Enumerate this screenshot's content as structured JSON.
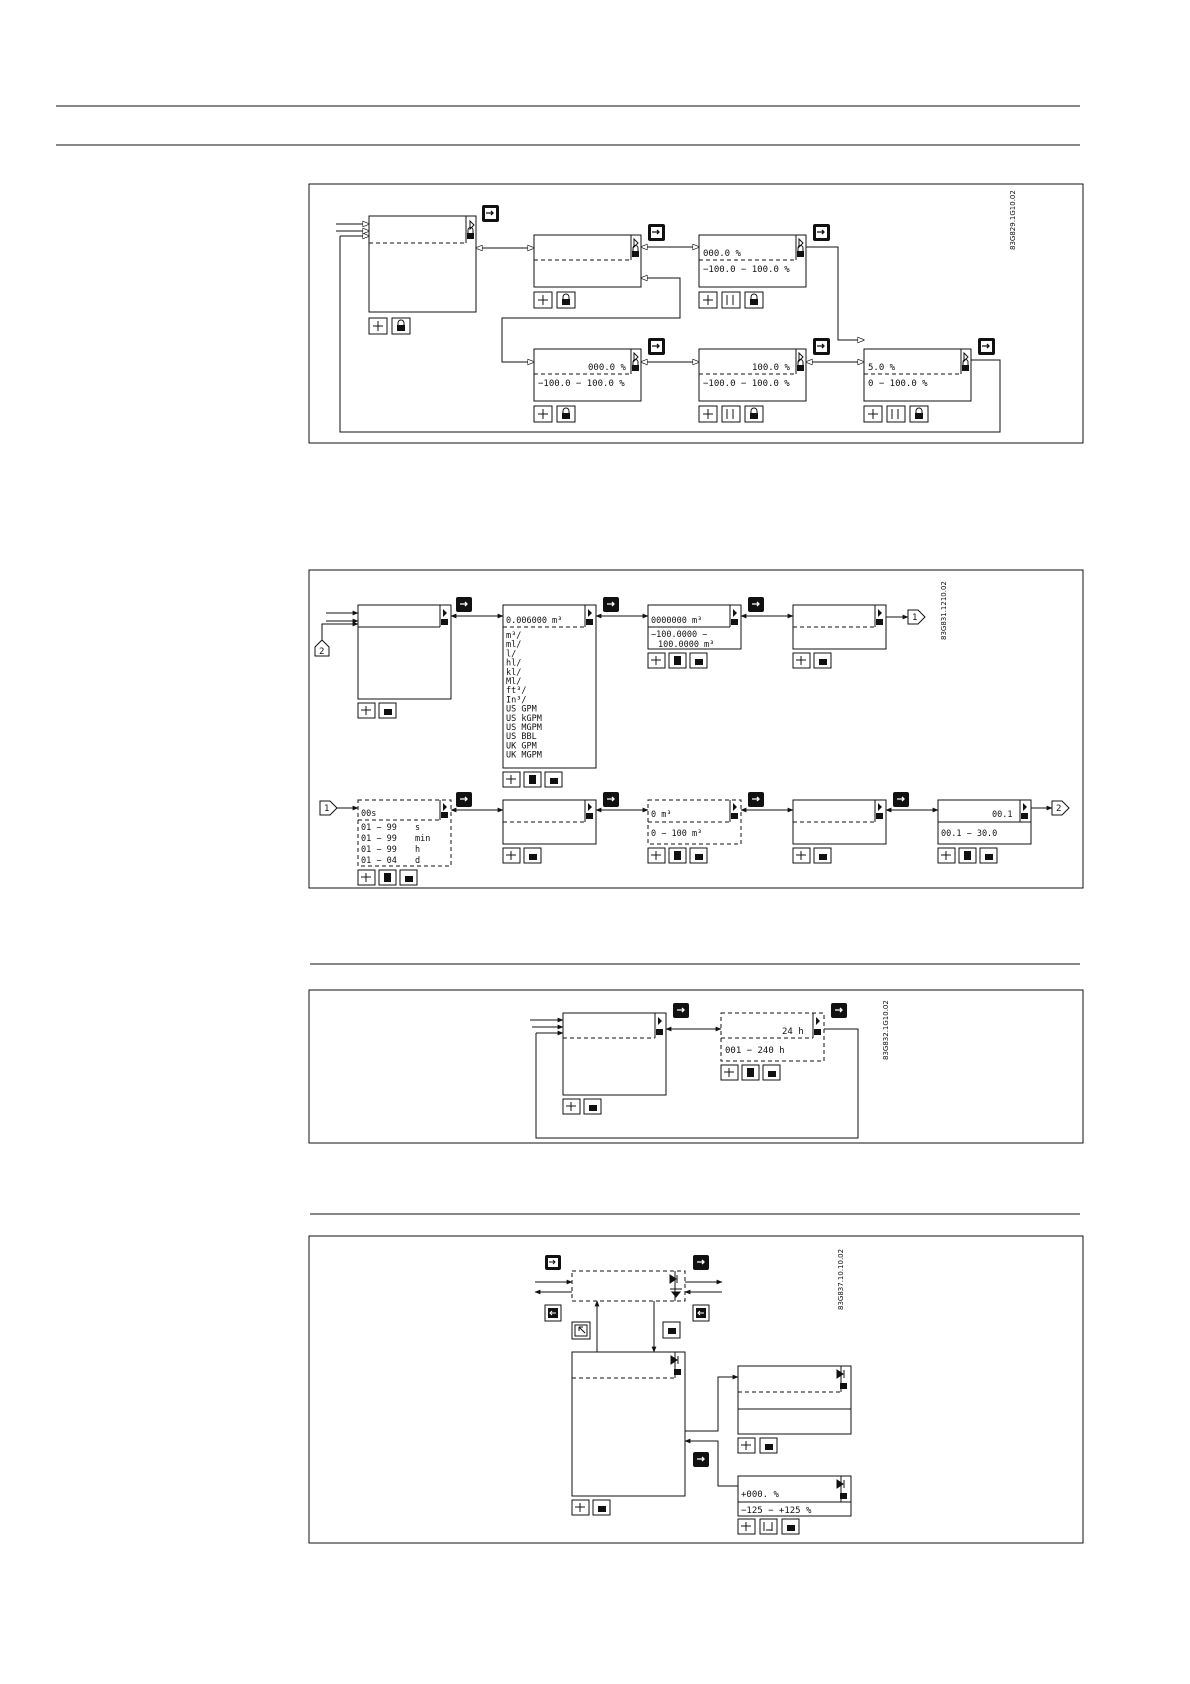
{
  "diagrams": [
    {
      "code": "83G829.1G10.02",
      "screens": {
        "a2": {
          "value": "000.0  %",
          "range": "−100.0  −  100.0  %"
        },
        "b1": {
          "value": "000.0  %",
          "range": "−100.0  −  100.0  %"
        },
        "b2": {
          "value": "100.0  %",
          "range": "−100.0  −  100.0  %"
        },
        "b3": {
          "value": "5.0  %",
          "range": "0  −  100.0  %"
        }
      }
    },
    {
      "code": "83G831.1210.02",
      "unit_screen": {
        "value": "0.006000  m³",
        "units": [
          "m³/",
          "ml/",
          "l/",
          "hl/",
          "kl/",
          "Ml/",
          "ft³/",
          "In³/",
          "US  GPM",
          "US  kGPM",
          "US  MGPM",
          "US  BBL",
          "UK  GPM",
          "UK  MGPM"
        ]
      },
      "range_screen": {
        "value": "0000000  m³",
        "range_line1": "−100.0000  −",
        "range_line2": "100.0000  m³"
      },
      "time_screen": {
        "value": "00s",
        "rows": [
          {
            "range": "01  −  99",
            "unit": "s"
          },
          {
            "range": "01  −  99",
            "unit": "min"
          },
          {
            "range": "01  −  99",
            "unit": "h"
          },
          {
            "range": "01  −  04",
            "unit": "d"
          }
        ]
      },
      "vol_screen": {
        "value": "0  m³",
        "range": "0  −  100  m³"
      },
      "last_screen": {
        "value": "00.1",
        "range": "00.1  −  30.0"
      },
      "connectors": {
        "one": "1",
        "two": "2"
      }
    },
    {
      "code": "83G832.1G10.02",
      "hours_screen": {
        "value": "24  h",
        "range": "001  −  240  h"
      }
    },
    {
      "code": "83G837.10.10.02",
      "percent_screen": {
        "value": "+000.  %",
        "range": "−125  −  +125  %"
      }
    }
  ]
}
